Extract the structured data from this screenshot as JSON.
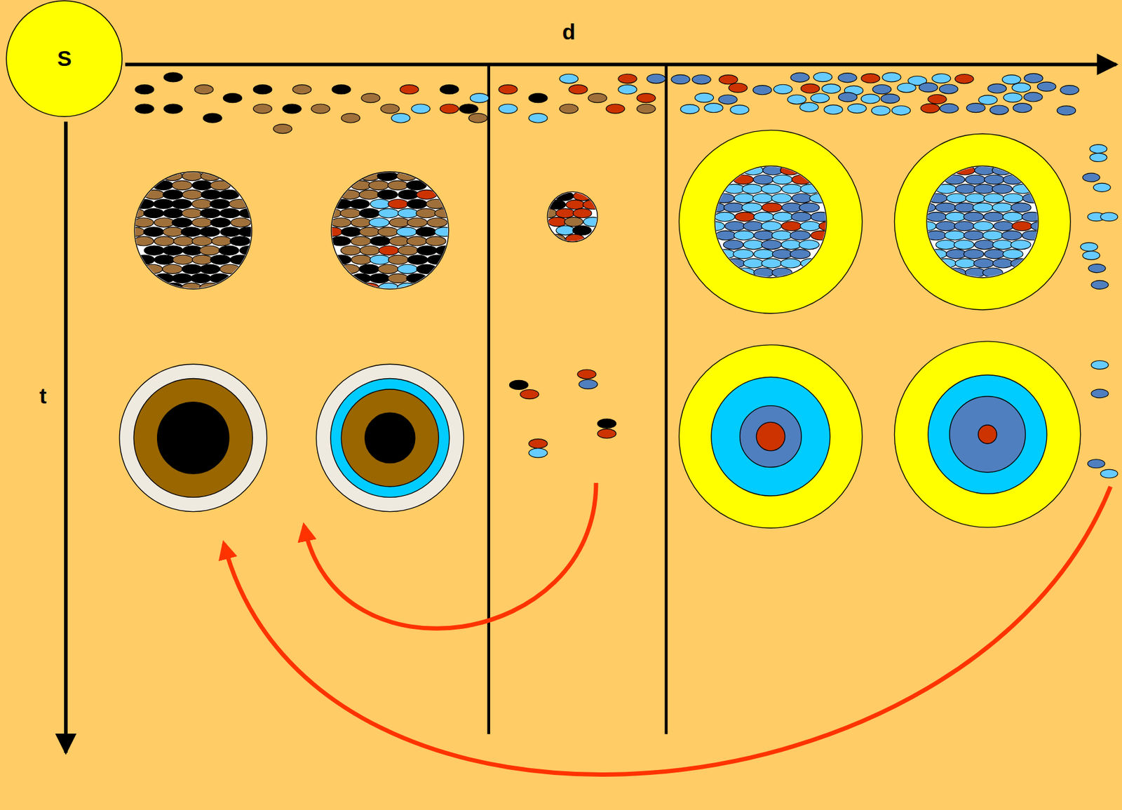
{
  "diagram": {
    "nodes": [
      {
        "text": [
          "S"
        ]
      }
    ],
    "labels": [
      "d",
      "t"
    ]
  }
}
